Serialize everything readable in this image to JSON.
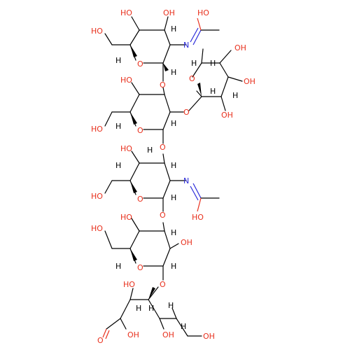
{
  "colors": {
    "oxygen": "#e8301d",
    "nitrogen": "#2b2bd9",
    "carbon": "#000000",
    "background": "#ffffff"
  },
  "atoms": {
    "oxygen": "O",
    "nitrogen": "N",
    "hydrogen": "H",
    "hydroxyl_right": "HO",
    "hydroxyl_left": "OH"
  }
}
